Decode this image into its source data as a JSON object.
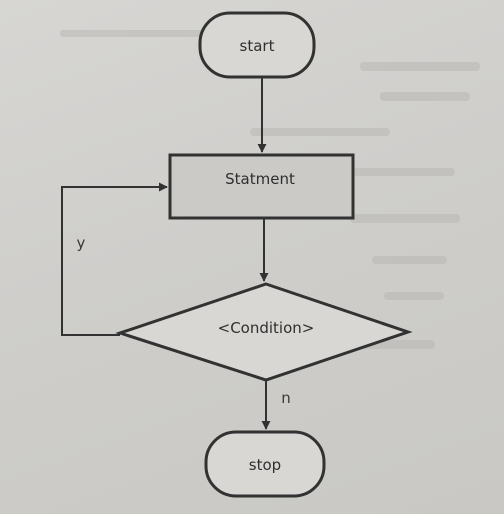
{
  "diagram": {
    "nodes": {
      "start": {
        "label": "start"
      },
      "statement": {
        "label": "Statment"
      },
      "condition": {
        "label": "<Condition>"
      },
      "stop": {
        "label": "stop"
      }
    },
    "edges": {
      "loop_back": {
        "label": "y"
      },
      "exit": {
        "label": "n"
      }
    },
    "colors": {
      "stroke": "#323233",
      "node_fill": "#d8d7d4",
      "statement_fill": "#cbcac7",
      "text": "#2f2f30"
    }
  }
}
